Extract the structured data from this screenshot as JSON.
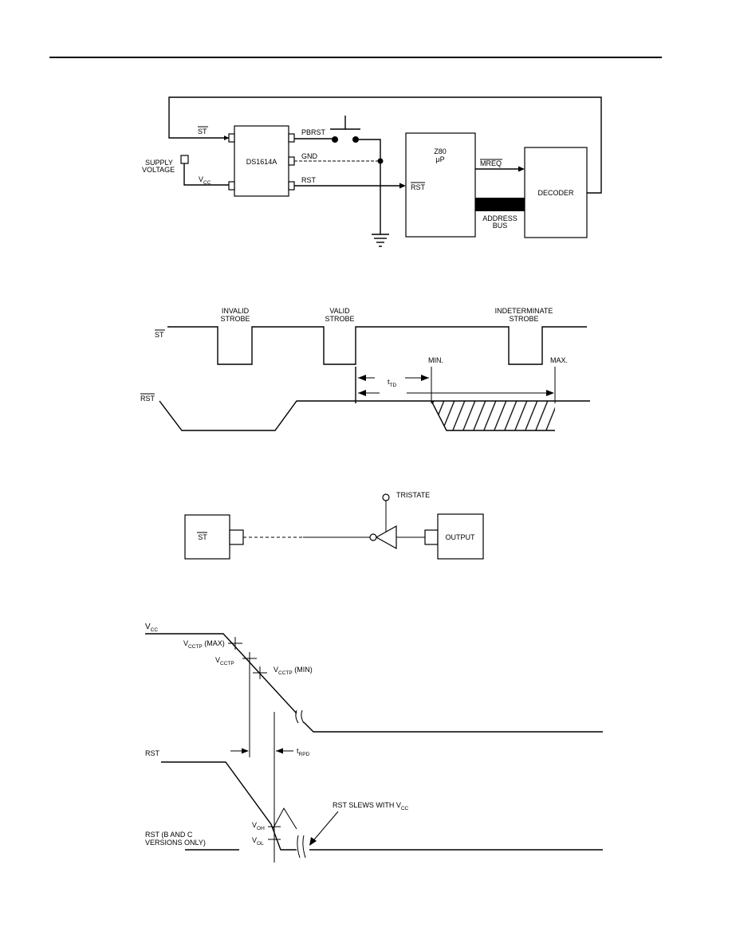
{
  "fig1": {
    "st": "ST",
    "supply_1": "SUPPLY",
    "supply_2": "VOLTAGE",
    "vcc_main": "V",
    "vcc_sub": "CC",
    "chip": "DS1614A",
    "pbrst": "PBRST",
    "gnd": "GND",
    "rst": "RST",
    "cpu_1": "Z80",
    "cpu_2": "μP",
    "mreq": "MREQ",
    "cpu_rst": "RST",
    "addr_1": "ADDRESS",
    "addr_2": "BUS",
    "decoder": "DECODER"
  },
  "fig2": {
    "st": "ST",
    "rst": "RST",
    "invalid_1": "INVALID",
    "invalid_2": "STROBE",
    "valid_1": "VALID",
    "valid_2": "STROBE",
    "indet_1": "INDETERMINATE",
    "indet_2": "STROBE",
    "min": "MIN.",
    "max": "MAX.",
    "ttd_main": "t",
    "ttd_sub": "TD"
  },
  "fig3": {
    "tristate": "TRISTATE",
    "st": "ST",
    "output": "OUTPUT"
  },
  "fig4": {
    "vcc_main": "V",
    "vcc_sub": "CC",
    "vcctp_max_main": "V",
    "vcctp_max_sub": "CCTP",
    "vcctp_max_tail": " (MAX)",
    "vcctp_main": "V",
    "vcctp_sub": "CCTP",
    "vcctp_min_main": "V",
    "vcctp_min_sub": "CCTP",
    "vcctp_min_tail": " (MIN)",
    "rst": "RST",
    "trpd_main": "t",
    "trpd_sub": "RPD",
    "voh_main": "V",
    "voh_sub": "OH",
    "vol_main": "V",
    "vol_sub": "OL",
    "slews_main": "RST SLEWS WITH V",
    "slews_sub": "CC",
    "rst_bc_1": "RST (B AND C",
    "rst_bc_2": "VERSIONS ONLY)"
  }
}
